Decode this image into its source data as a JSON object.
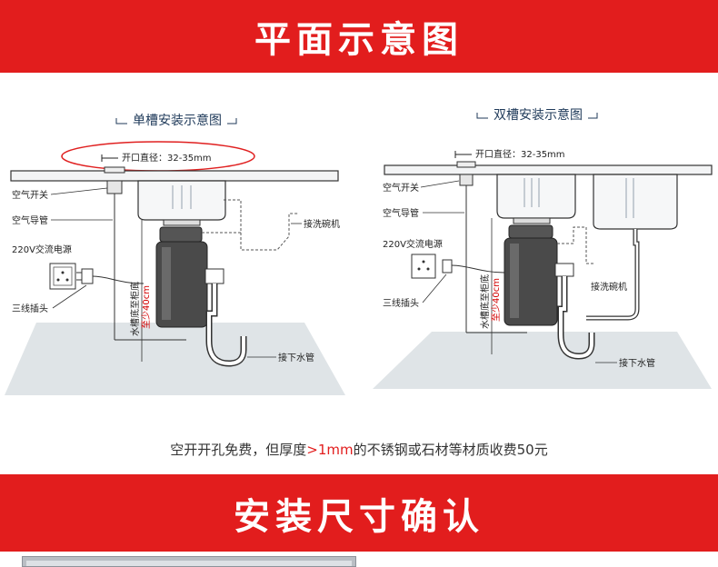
{
  "header": {
    "title": "平面示意图"
  },
  "single": {
    "title": "单槽安装示意图",
    "hole": "开口直径：32-35mm",
    "air_switch": "空气开关",
    "air_tube": "空气导管",
    "power": "220V交流电源",
    "plug": "三线插头",
    "dishwasher": "接洗碗机",
    "drain": "接下水管",
    "dim_label": "水槽底至柜底",
    "dim_value": "至少40cm"
  },
  "double": {
    "title": "双槽安装示意图",
    "hole": "开口直径：32-35mm",
    "air_switch": "空气开关",
    "air_tube": "空气导管",
    "power": "220V交流电源",
    "plug": "三线插头",
    "dishwasher": "接洗碗机",
    "drain": "接下水管",
    "dim_label": "水槽底至柜底",
    "dim_value": "至少40cm"
  },
  "note": {
    "prefix": "空开开孔免费，但厚度",
    "highlight": ">1mm",
    "suffix": "的不锈钢或石材等材质收费50元"
  },
  "section2": {
    "title": "安装尺寸确认"
  },
  "colors": {
    "banner": "#e21d1d",
    "dim_text": "#d40000",
    "ellipse": "#e02020",
    "line": "#333333"
  }
}
